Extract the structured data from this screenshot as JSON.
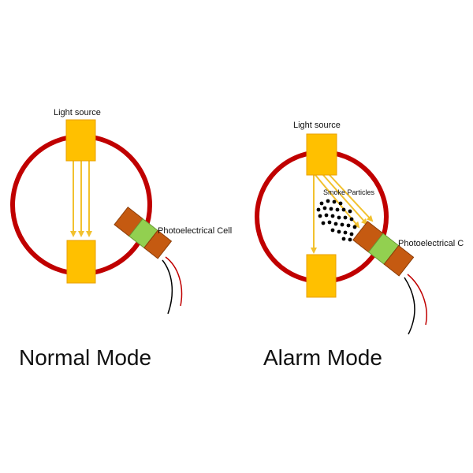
{
  "normal": {
    "light_source_label": "Light source",
    "cell_label": "Photoelectrical Cell",
    "mode_label": "Normal Mode"
  },
  "alarm": {
    "light_source_label": "Light source",
    "particles_label": "Smoke Particles",
    "cell_label": "Photoelectrical C",
    "mode_label": "Alarm Mode"
  },
  "colors": {
    "chamber_ring": "#c00000",
    "light_block": "#ffc000",
    "light_block_border": "#e8a000",
    "beam": "#f2c12e",
    "cell_body": "#c55a11",
    "cell_window": "#92d050",
    "wire_black": "#000000",
    "wire_red": "#c00000",
    "smoke": "#000000"
  },
  "icons": {
    "light_source": "yellow-rectangle",
    "photo_cell": "orange-green-sensor",
    "smoke": "black-dots"
  }
}
